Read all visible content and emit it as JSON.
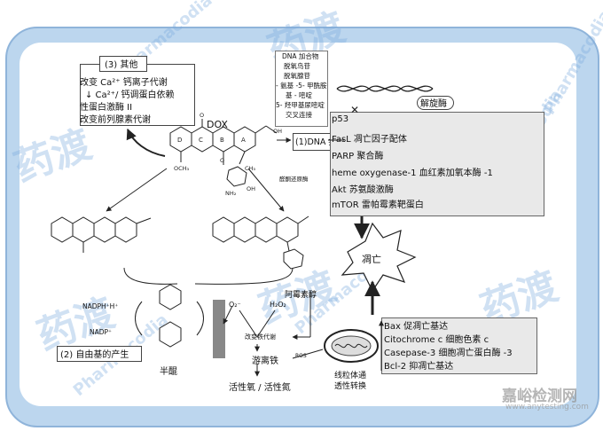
{
  "panel_other": {
    "title": "(3) 其他",
    "lines": [
      "改变 Ca²⁺ 钙离子代谢",
      "↓ Ca²⁺/ 钙调蛋白依赖",
      "性蛋白激酶 II",
      "改变前列腺素代谢"
    ]
  },
  "dox_label": "DOX",
  "dna_damage": "(1)DNA 损伤",
  "dna_labels": [
    "DNA 加合物",
    "脱氧鸟苷",
    "脱氧腺苷",
    "- 氨基 -5- 甲酰胺",
    "基 - 嘧啶",
    "5- 羟甲基尿嘧啶",
    "交叉连接"
  ],
  "helicase": "解旋酶",
  "targets": [
    "p53",
    "FasL 凋亡因子配体",
    "PARP 聚合酶",
    "heme oxygenase-1 血红素加氧本酶 -1",
    "Akt 苏氨酸激酶",
    "mTOR 雷帕霉素靶蛋白"
  ],
  "apoptosis": "凋亡",
  "mito_list": [
    "Bax 促凋亡基达",
    "Citochrome c 细胞色素 c",
    "Casepase-3 细胞凋亡蛋白酶 -3",
    "Bcl-2 抑凋亡基达"
  ],
  "mito_label": "线粒体通\n透性转换",
  "reduction_small": "醛酮还原酶",
  "doxorubicinol": "阿霉素醇",
  "nadph": "NADPH⁺H⁺",
  "nadp": "NADP⁺",
  "free_radical": "(2) 自由基的产生",
  "semiquinone": "半醌",
  "iron_change": "改变铁代谢",
  "free_iron": "游离铁",
  "ros_label": "ROS",
  "active_oxygen": "活性氧 / 活性氮",
  "o2": "O₂⁻",
  "h2o2": "H₂O₂",
  "ring_letters": [
    "D",
    "C",
    "B",
    "A"
  ],
  "chem_labels": [
    "O",
    "OH",
    "OCH₃",
    "CH₃",
    "NH₂",
    "O",
    "OH"
  ],
  "watermark_cn": "药渡",
  "watermark_en": "Pharmacodia",
  "corner_brand": "嘉峪检测网",
  "corner_url": "www.anytesting.com",
  "colors": {
    "outer": "#bcd6ee",
    "border": "#8fb4da",
    "shade": "#e9e9e9"
  }
}
